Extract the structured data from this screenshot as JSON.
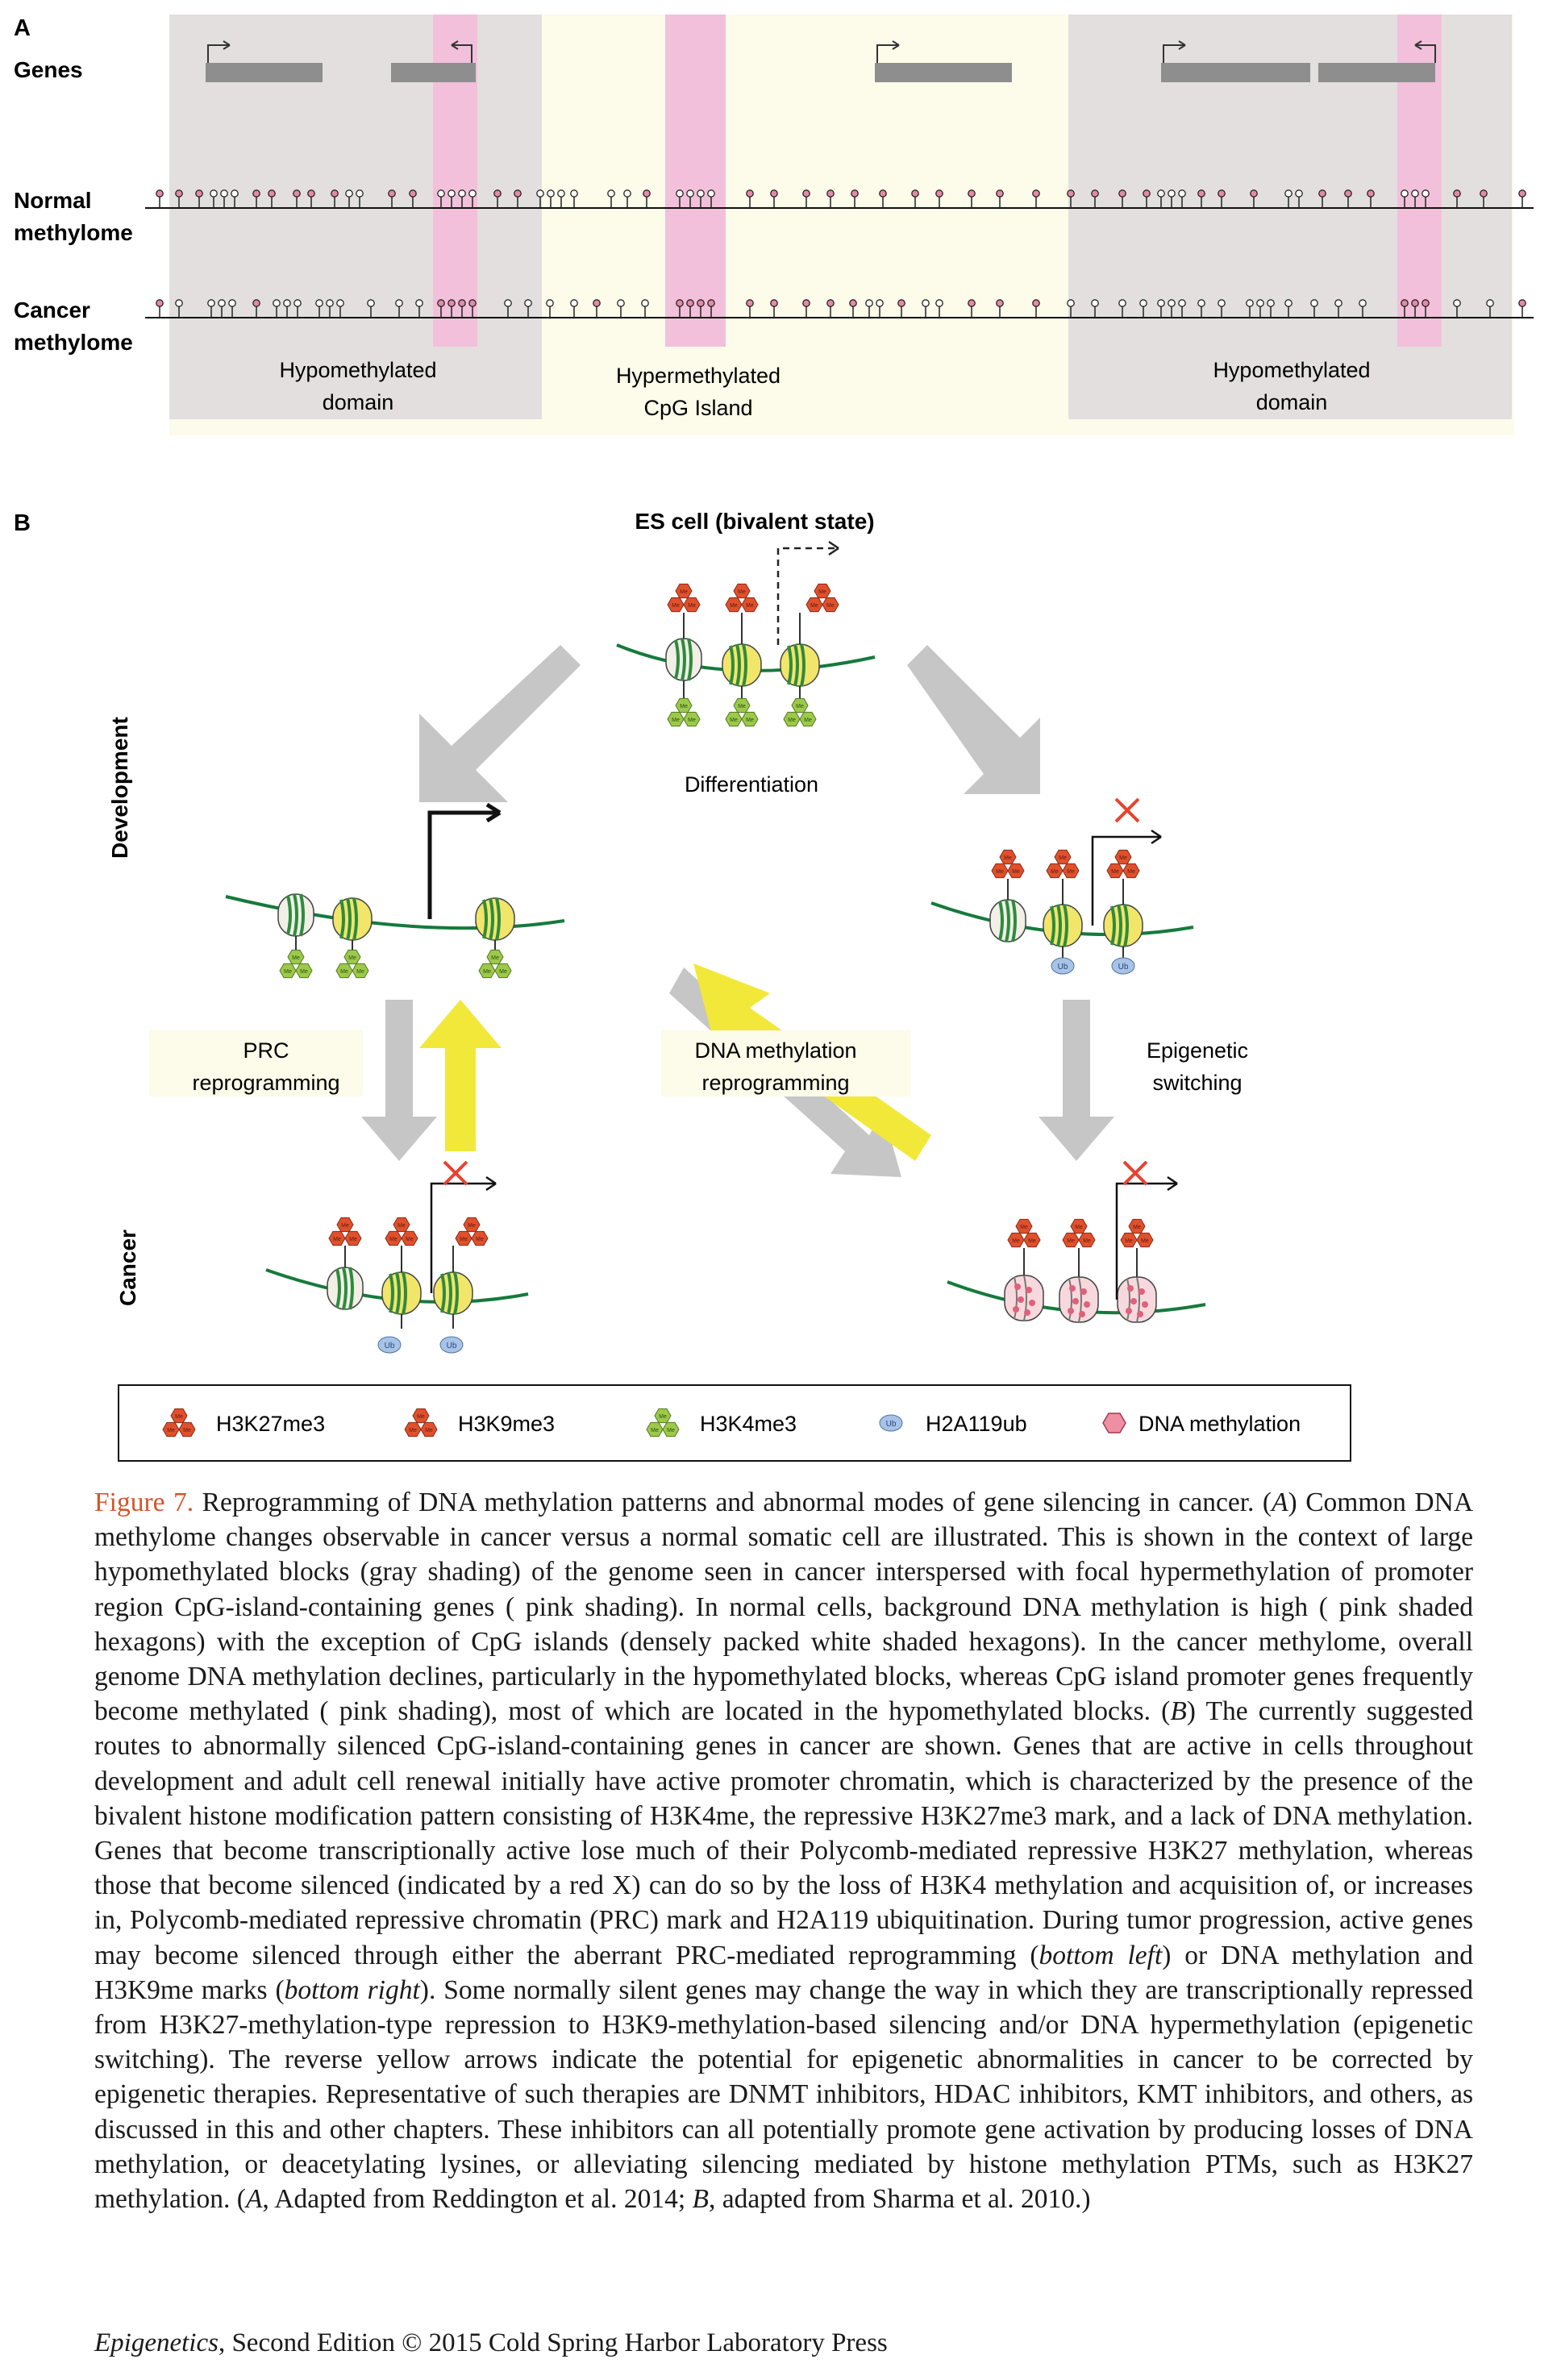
{
  "panelA": {
    "label": "A",
    "rows": {
      "genes": "Genes",
      "normal": [
        "Normal",
        "methylome"
      ],
      "cancer": [
        "Cancer",
        "methylome"
      ]
    },
    "domains": {
      "left": [
        "Hypomethylated",
        "domain"
      ],
      "middle": [
        "Hypermethylated",
        "CpG Island"
      ],
      "right": [
        "Hypomethylated",
        "domain"
      ]
    }
  },
  "panelB": {
    "label": "B",
    "es_cell": "ES cell (bivalent state)",
    "side_labels": {
      "development": "Development",
      "cancer": "Cancer"
    },
    "differentiation": "Differentiation",
    "prc": [
      "PRC",
      "reprogramming"
    ],
    "dna_meth": [
      "DNA methylation",
      "reprogramming"
    ],
    "epigenetic": [
      "Epigenetic",
      "switching"
    ],
    "legend": [
      "H3K27me3",
      "H3K9me3",
      "H3K4me3",
      "H2A119ub",
      "DNA methylation"
    ]
  },
  "colors": {
    "hexagon_red": "#e0502d",
    "hexagon_green": "#9cc94a",
    "nucleosome_yellow": "#f1e56a",
    "nucleosome_green_band": "#2e8b3e",
    "dna_line": "#157a3c",
    "ub_blue": "#a7c4e8",
    "pink_shade": "#f2c0da",
    "gray_shade": "#e3dfdf",
    "yellow_arrow": "#f2e83a",
    "gray_arrow": "#c6c6c6",
    "red_x": "#e8432f",
    "caption_label": "#d4552a"
  },
  "caption": {
    "figure_label": "Figure 7.",
    "title": "Reprogramming of DNA methylation patterns and abnormal modes of gene silencing in cancer.",
    "s1a": "(",
    "s1b": "A",
    "s1c": ") Common DNA methylome changes observable in cancer versus a normal somatic cell are illustrated. This is shown in the context of large hypomethylated blocks (gray shading) of the genome seen in cancer interspersed with focal hypermethylation of promoter region CpG-island-containing genes ( pink shading). In normal cells, background DNA methylation is high ( pink shaded hexagons) with the exception of CpG islands (densely packed white shaded hexagons). In the cancer methylome, overall genome DNA methylation declines, particularly in the hypomethylated blocks, whereas CpG island promoter genes frequently become methylated ( pink shading), most of which are located in the hypomethylated blocks. (",
    "s2": "B",
    "s3": ") The currently suggested routes to abnormally silenced CpG-island-containing genes in cancer are shown. Genes that are active in cells throughout development and adult cell renewal initially have active promoter chromatin, which is characterized by the presence of the bivalent histone modification pattern consisting of H3K4me, the repressive H3K27me3 mark, and a lack of DNA methylation. Genes that become transcriptionally active lose much of their Polycomb-mediated repressive H3K27 methylation, whereas those that become silenced (indicated by a red X) can do so by the loss of H3K4 methylation and acquisition of, or increases in, Polycomb-mediated repressive chromatin (PRC) mark and H2A119 ubiquitination. During tumor progression, active genes may become silenced through either the aberrant PRC-mediated reprogramming (",
    "s4": "bottom left",
    "s5": ") or DNA methylation and H3K9me marks (",
    "s6": "bottom right",
    "s7": "). Some normally silent genes may change the way in which they are transcriptionally repressed from H3K27-methylation-type repression to H3K9-methylation-based silencing and/or DNA hypermethylation (epigenetic switching). The reverse yellow arrows indicate the potential for epigenetic abnormalities in cancer to be corrected by epigenetic therapies. Representative of such therapies are DNMT inhibitors, HDAC inhibitors, KMT inhibitors, and others, as discussed in this and other chapters. These inhibitors can all potentially promote gene activation by producing losses of DNA methylation, or deacetylating lysines, or alleviating silencing mediated by histone methylation PTMs, such as H3K27 methylation. (",
    "s8": "A",
    "s9": ", Adapted from Reddington et al. 2014; ",
    "s10": "B",
    "s11": ", adapted from Sharma et al. 2010.)"
  },
  "footer": {
    "book": "Epigenetics",
    "rest": ", Second Edition © 2015 Cold Spring Harbor Laboratory Press"
  }
}
